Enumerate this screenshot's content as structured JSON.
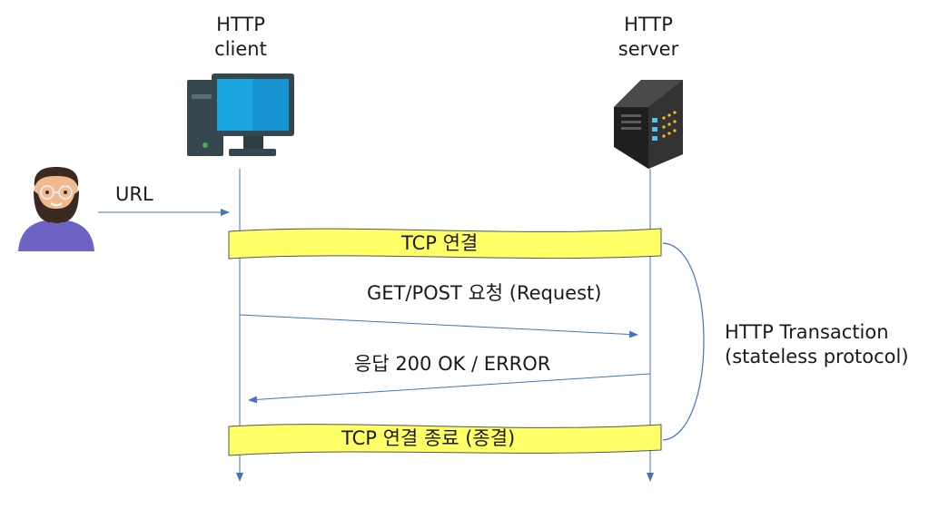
{
  "client": {
    "line1": "HTTP",
    "line2": "client"
  },
  "server": {
    "line1": "HTTP",
    "line2": "server"
  },
  "user": {
    "url_label": "URL"
  },
  "tcp_connect": {
    "label": "TCP 연결"
  },
  "request": {
    "label": "GET/POST 요청 (Request)"
  },
  "response": {
    "label": "응답 200 OK / ERROR"
  },
  "transaction": {
    "line1": "HTTP Transaction",
    "line2": "(stateless protocol)"
  },
  "tcp_close": {
    "label": "TCP 연결 종료 (종결)"
  },
  "icons": {
    "client": "desktop-computer-icon",
    "server": "server-tower-icon",
    "user": "bearded-user-avatar-icon"
  },
  "colors": {
    "line": "#4472c4",
    "band_fill": "#ffff66",
    "band_stroke": "#555555",
    "monitor_screen": "#1aa7e0",
    "monitor_frame": "#37474f",
    "server_body": "#2b2b2b"
  }
}
